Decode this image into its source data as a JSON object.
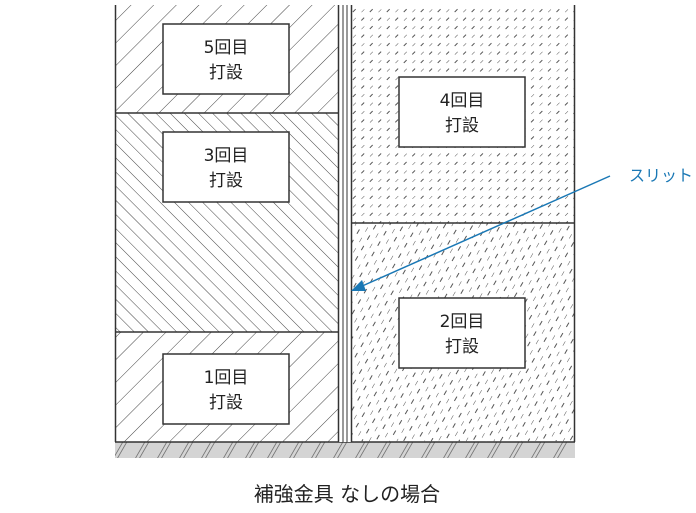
{
  "lifts": {
    "pour_1": {
      "line1": "1回目",
      "line2": "打設"
    },
    "pour_2": {
      "line1": "2回目",
      "line2": "打設"
    },
    "pour_3": {
      "line1": "3回目",
      "line2": "打設"
    },
    "pour_4": {
      "line1": "4回目",
      "line2": "打設"
    },
    "pour_5": {
      "line1": "5回目",
      "line2": "打設"
    }
  },
  "slit_label": "スリット",
  "caption": "補強金具 なしの場合",
  "colors": {
    "line": "#333333",
    "hatch": "#555555",
    "arrow": "#1a78b5",
    "ground": "#d4d4d4"
  }
}
